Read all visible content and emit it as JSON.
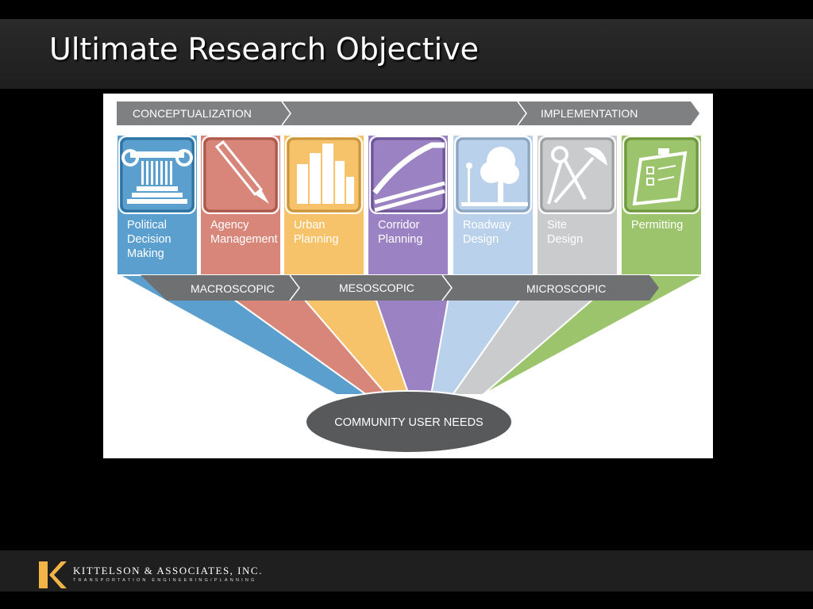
{
  "slide": {
    "title": "Ultimate Research Objective"
  },
  "diagram": {
    "phases": {
      "left": "CONCEPTUALIZATION",
      "right": "IMPLEMENTATION"
    },
    "stages": [
      {
        "label": "Political\nDecision\nMaking",
        "icon": "column-icon",
        "color": "#5b9fcf"
      },
      {
        "label": "Agency\nManagement",
        "icon": "pencil-icon",
        "color": "#d9867a"
      },
      {
        "label": "Urban\nPlanning",
        "icon": "buildings-icon",
        "color": "#f6c36a"
      },
      {
        "label": "Corridor\nPlanning",
        "icon": "corridor-icon",
        "color": "#9b82c2"
      },
      {
        "label": "Roadway\nDesign",
        "icon": "tree-icon",
        "color": "#b9d1ea"
      },
      {
        "label": "Site\nDesign",
        "icon": "tools-icon",
        "color": "#c9cbcd"
      },
      {
        "label": "Permitting",
        "icon": "clipboard-icon",
        "color": "#9cc46c"
      }
    ],
    "scales": [
      "MACROSCOPIC",
      "MESOSCOPIC",
      "MICROSCOPIC"
    ],
    "base": "COMMUNITY USER NEEDS"
  },
  "footer": {
    "company": "KITTELSON & ASSOCIATES, INC.",
    "tagline": "TRANSPORTATION ENGINEERING/PLANNING",
    "logo_letter": "K",
    "logo_color": "#f3b447"
  }
}
